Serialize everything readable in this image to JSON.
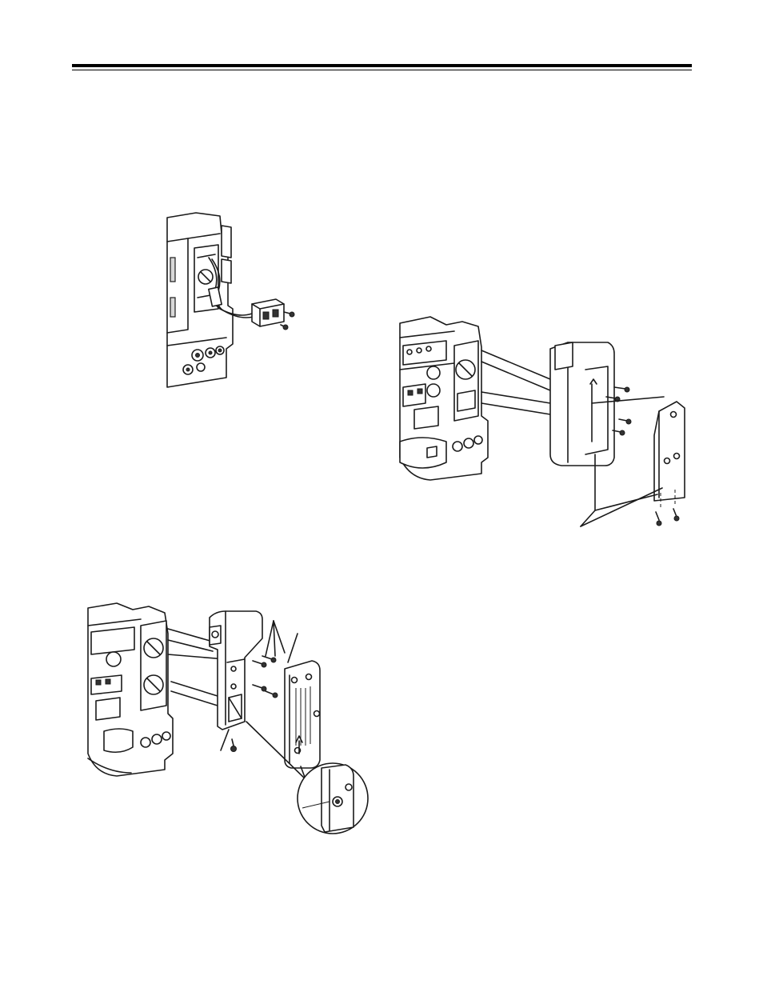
{
  "header": {
    "rule": "double"
  },
  "figures": [
    {
      "icon": "camera-cable-adapter-illustration"
    },
    {
      "icon": "camera-battery-mount-bracket-illustration"
    },
    {
      "icon": "camera-battery-holder-plate-illustration"
    }
  ]
}
